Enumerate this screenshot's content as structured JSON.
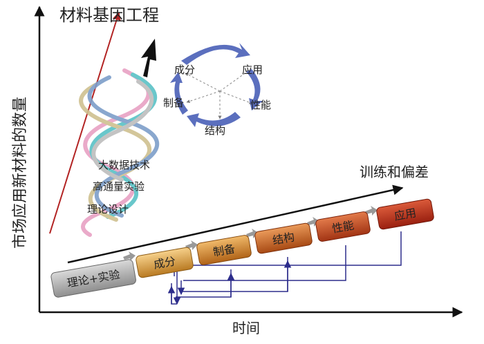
{
  "title": "材料基因工程",
  "axes": {
    "y_label": "市场应用新材料的数量",
    "x_label": "时间"
  },
  "helix": {
    "labels": [
      "大数据技术",
      "高通量实验",
      "理论设计"
    ]
  },
  "cycle": {
    "nodes": [
      "成分",
      "应用",
      "性能",
      "结构",
      "制备"
    ]
  },
  "trend": {
    "label": "训练和偏差",
    "start_box": "理论+实验",
    "steps": [
      "成分",
      "制备",
      "结构",
      "性能",
      "应用"
    ]
  }
}
